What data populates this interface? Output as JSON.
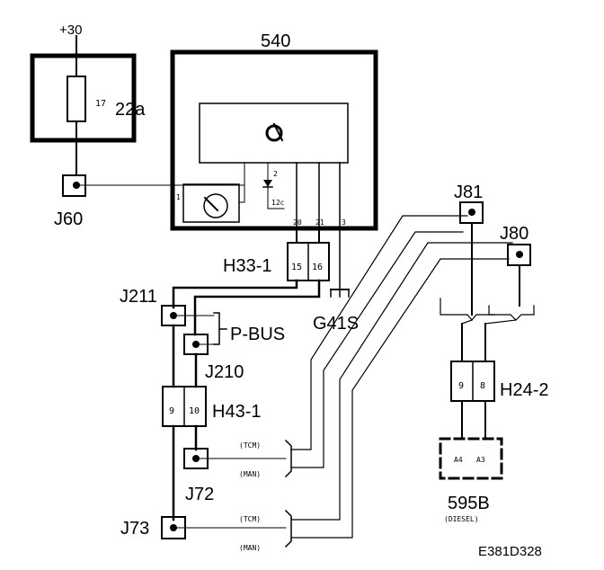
{
  "labels": {
    "supply": "+30",
    "fuse_box": "22a",
    "fuse_num": "17",
    "ecu": "540",
    "ecu_pin_1": "1",
    "ecu_pin_2": "2",
    "ecu_pin_12c": "12c",
    "ecu_pin_20": "20",
    "ecu_pin_21": "21",
    "ecu_pin_3": "3",
    "j60": "J60",
    "h33": "H33-1",
    "h33_pin_a": "15",
    "h33_pin_b": "16",
    "g41s": "G41S",
    "j211": "J211",
    "pbus": "P-BUS",
    "j210": "J210",
    "h43": "H43-1",
    "h43_pin_a": "9",
    "h43_pin_b": "10",
    "j72": "J72",
    "j73": "J73",
    "tcm_1": "(TCM)",
    "man_1": "(MAN)",
    "tcm_2": "(TCM)",
    "man_2": "(MAN)",
    "j81": "J81",
    "j80": "J80",
    "h24": "H24-2",
    "h24_pin_a": "9",
    "h24_pin_b": "8",
    "c595b_pin_a": "A4",
    "c595b_pin_b": "A3",
    "c595b": "595B",
    "c595b_note": "(DIESEL)",
    "diagram_code": "E381D328"
  }
}
